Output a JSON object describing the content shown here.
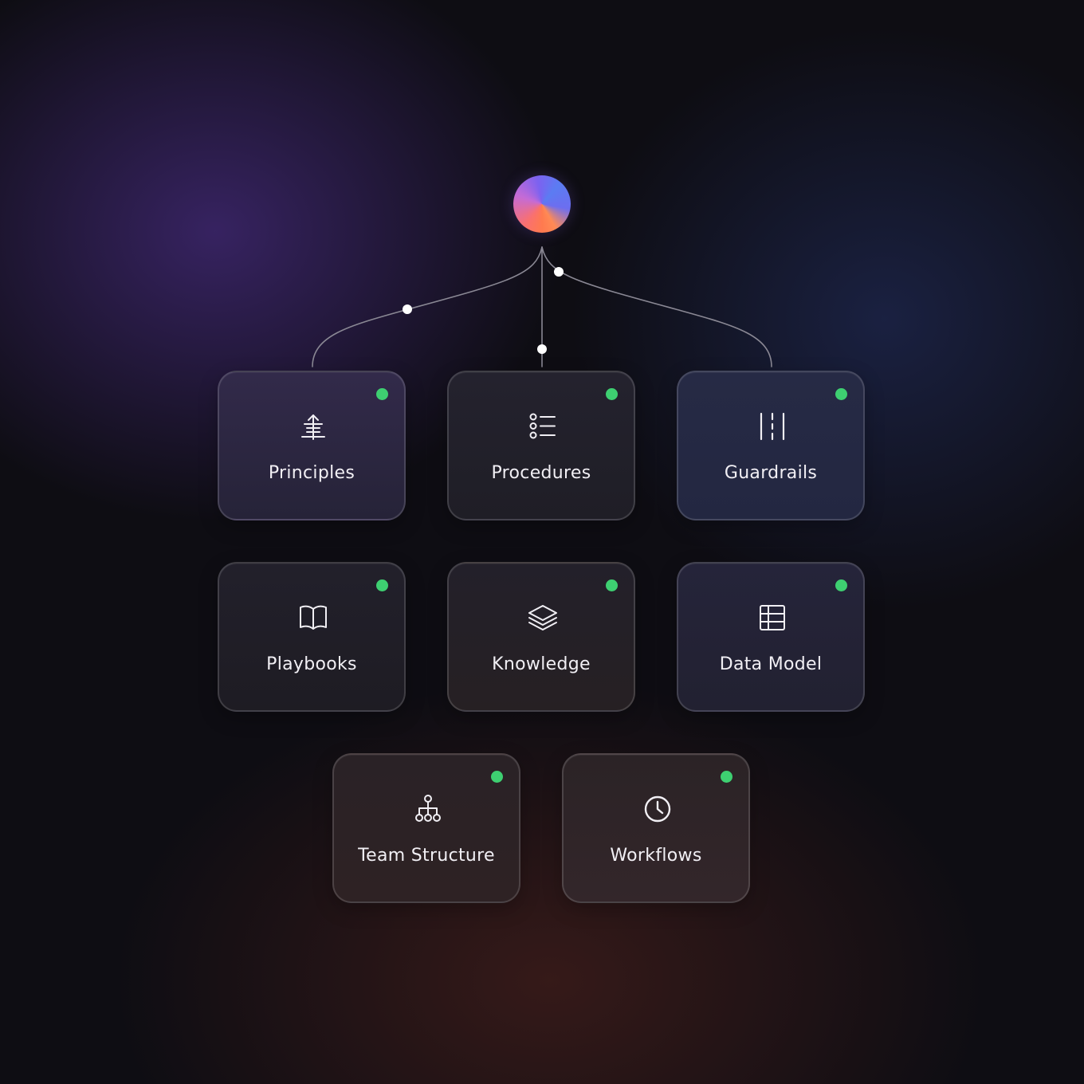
{
  "diagram": {
    "hub": {
      "icon": "gradient-orb"
    },
    "cards": [
      {
        "label": "Principles",
        "icon": "principles-icon",
        "status": "active",
        "status_color": "#3ecf71"
      },
      {
        "label": "Procedures",
        "icon": "list-icon",
        "status": "active",
        "status_color": "#3ecf71"
      },
      {
        "label": "Guardrails",
        "icon": "guardrails-icon",
        "status": "active",
        "status_color": "#3ecf71"
      },
      {
        "label": "Playbooks",
        "icon": "book-icon",
        "status": "active",
        "status_color": "#3ecf71"
      },
      {
        "label": "Knowledge",
        "icon": "layers-icon",
        "status": "active",
        "status_color": "#3ecf71"
      },
      {
        "label": "Data Model",
        "icon": "table-icon",
        "status": "active",
        "status_color": "#3ecf71"
      },
      {
        "label": "Team Structure",
        "icon": "org-chart-icon",
        "status": "active",
        "status_color": "#3ecf71"
      },
      {
        "label": "Workflows",
        "icon": "clock-icon",
        "status": "active",
        "status_color": "#3ecf71"
      }
    ],
    "colors": {
      "status_dot": "#3ecf71",
      "connector": "#8a8894",
      "card_text": "#f1eff4"
    }
  }
}
